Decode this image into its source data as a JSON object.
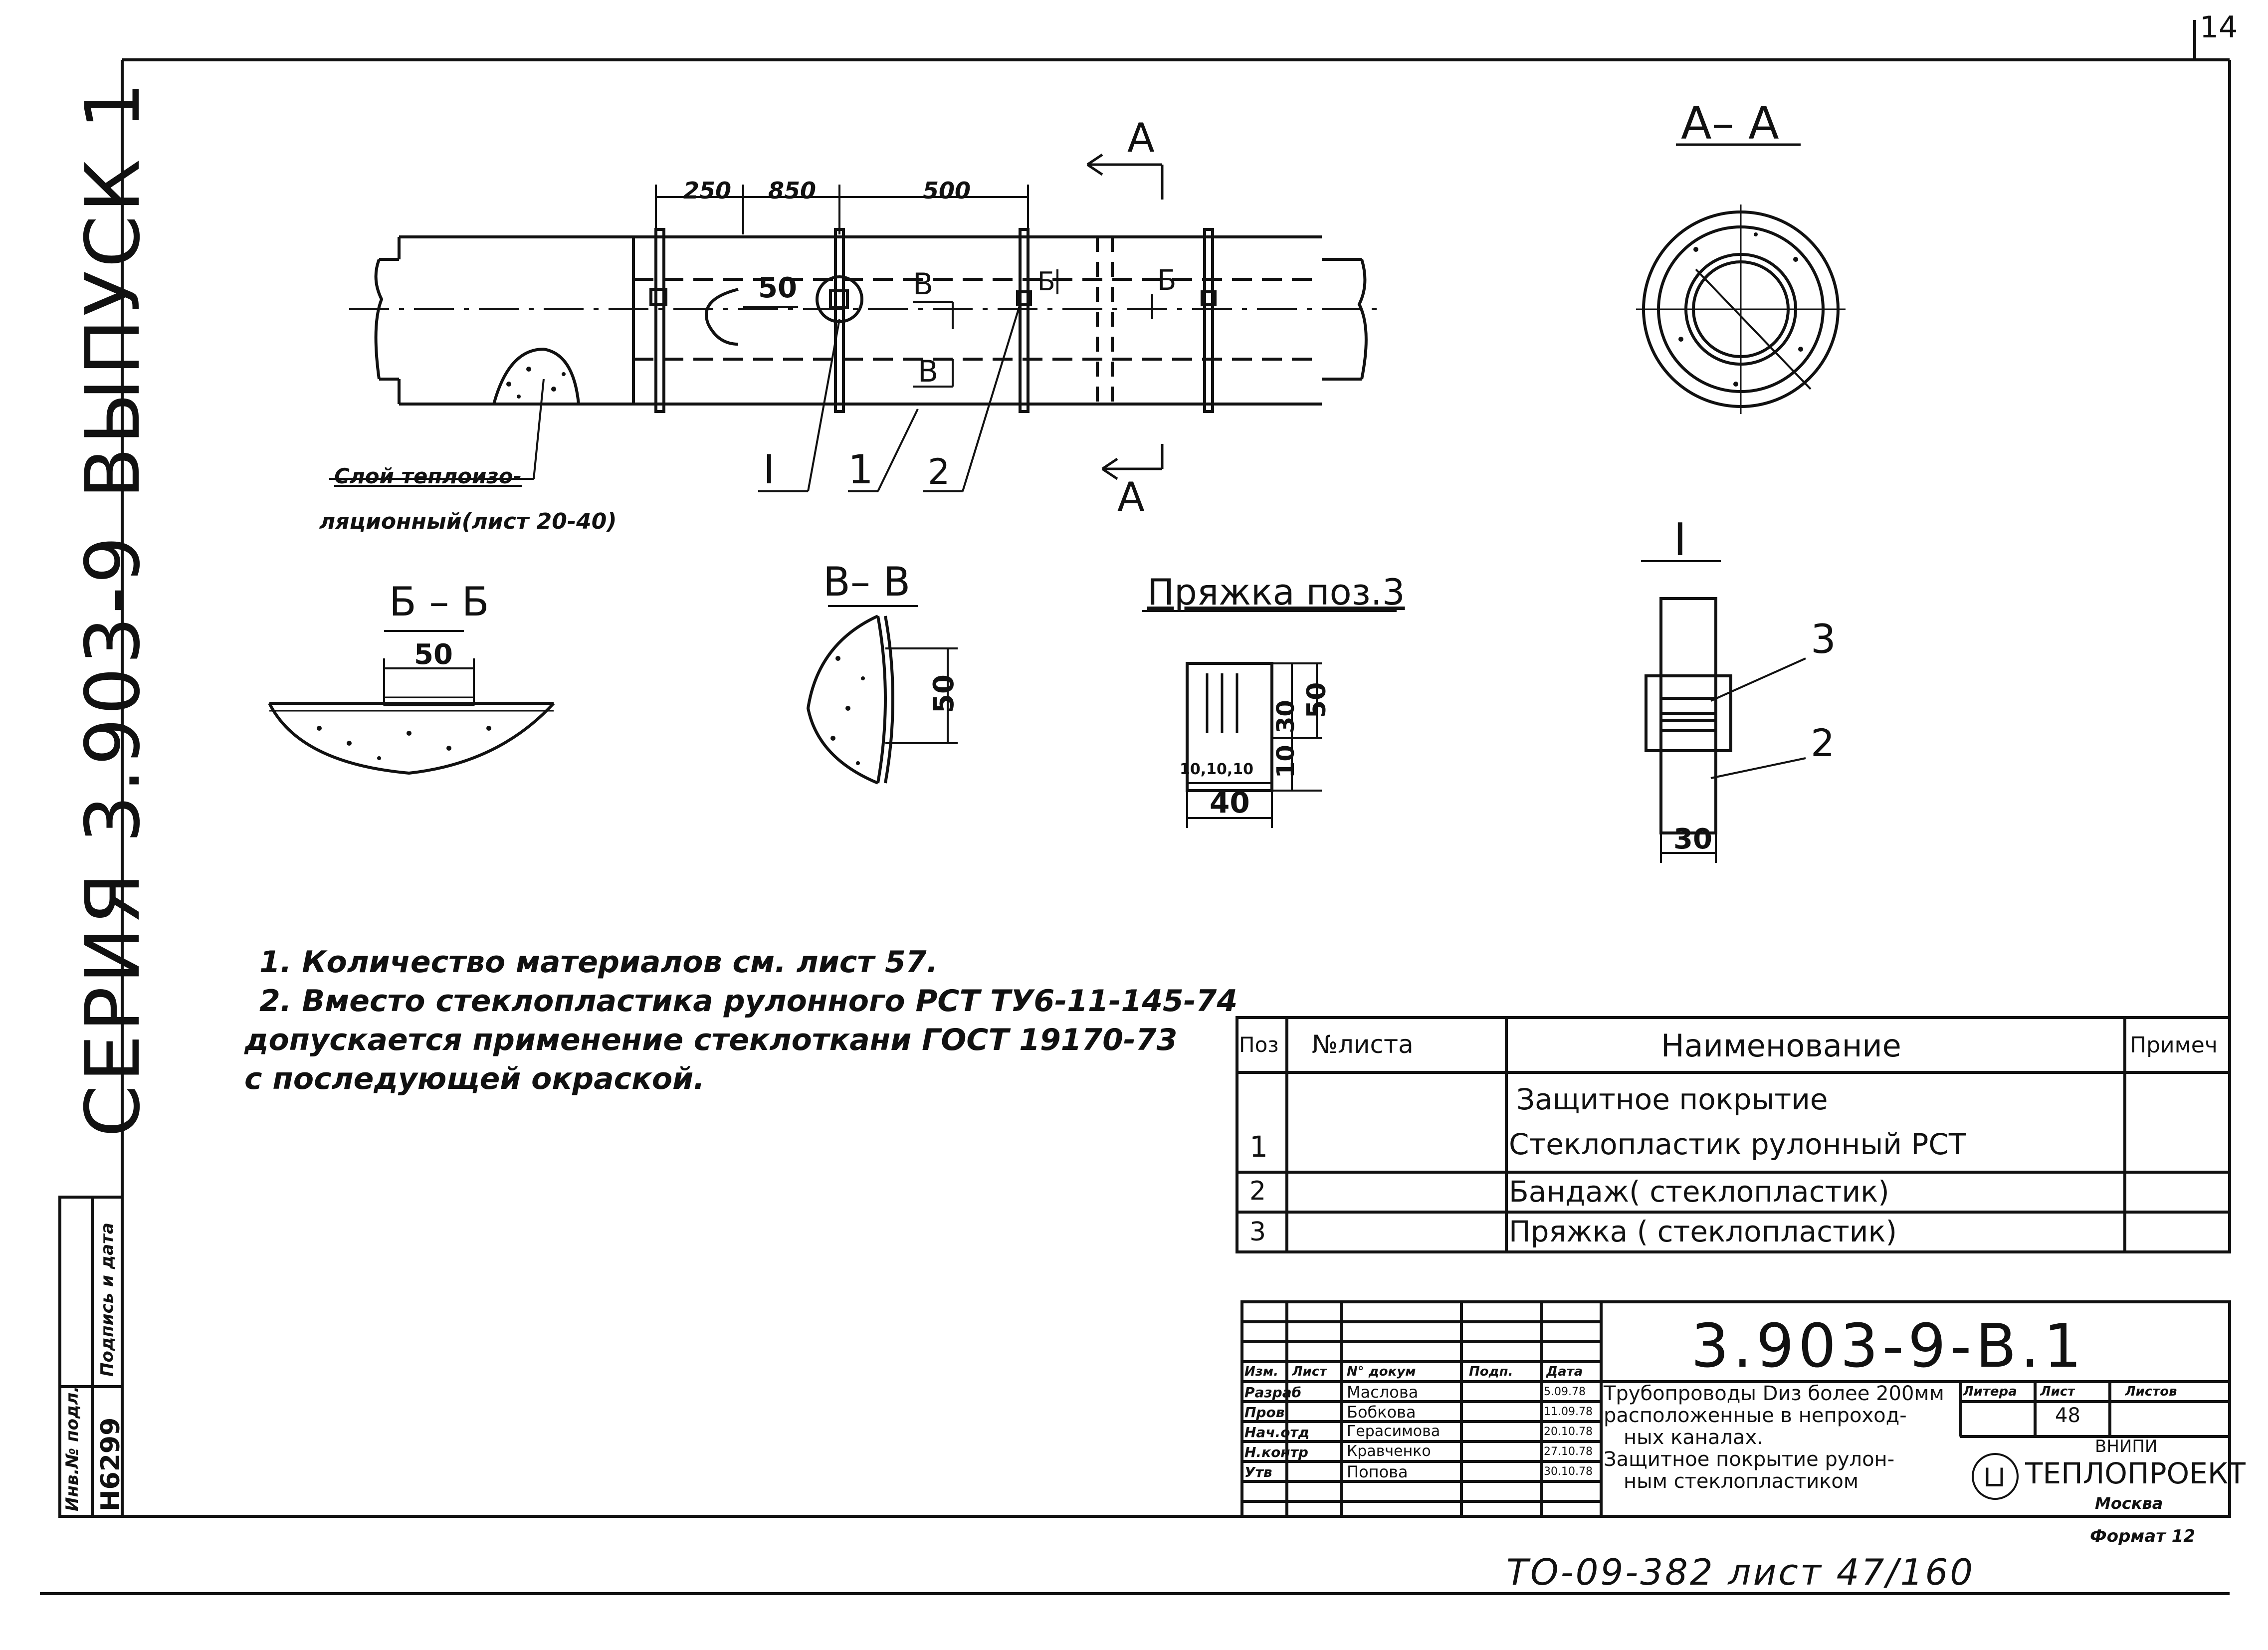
{
  "sheet": {
    "page_corner": "14",
    "series_vertical": "СЕРИЯ 3.903-9",
    "issue_vertical": "ВЫПУСК 1",
    "inv_label": "Инв.№ подл.",
    "sign_label": "Подпись и дата",
    "inv_number": "Н6299"
  },
  "main_view": {
    "dim_250": "250",
    "dim_850": "850",
    "dim_500": "500",
    "dim_50": "50",
    "label_B": "В",
    "label_B2": "В",
    "label_Bsmall": "Б",
    "label_Bsmall2": "Б",
    "label_A_top": "А",
    "label_A_bottom": "А",
    "callout_I": "I",
    "callout_1": "1",
    "callout_2": "2",
    "layer_note_line1": "Слой теплоизо-",
    "layer_note_line2": "ляционный(лист 20-40)"
  },
  "section_AA": {
    "title": "А– А"
  },
  "section_BB": {
    "title": "Б – Б",
    "dim": "50"
  },
  "section_VV": {
    "title": "В– В",
    "dim": "50"
  },
  "buckle": {
    "title": "Пряжка поз.3",
    "dim_30": "30",
    "dim_50": "50",
    "dim_10_right": "10",
    "dim_small": "10,10,10",
    "dim_40": "40"
  },
  "detail_I": {
    "title": "I",
    "pos3": "3",
    "pos2": "2",
    "dim": "30"
  },
  "notes": [
    "1. Количество материалов см. лист 57.",
    "2. Вместо стеклопластика рулонного РСТ ТУ6-11-145-74",
    "допускается применение стеклоткани ГОСТ 19170-73",
    "с последующей окраской."
  ],
  "spec_table": {
    "headers": [
      "Поз",
      "№листа",
      "Наименование",
      "Примеч"
    ],
    "group_title": "Защитное покрытие",
    "rows": [
      {
        "pos": "1",
        "sheet": "",
        "name": "Стеклопластик рулонный РСТ",
        "note": ""
      },
      {
        "pos": "2",
        "sheet": "",
        "name": "Бандаж( стеклопластик)",
        "note": ""
      },
      {
        "pos": "3",
        "sheet": "",
        "name": "Пряжка ( стеклопластик)",
        "note": ""
      }
    ]
  },
  "title_block": {
    "code": "3.903-9-В.1",
    "col_headers": [
      "Изм.",
      "Лист",
      "N° докум",
      "Подп.",
      "Дата"
    ],
    "people": [
      {
        "role": "Разраб",
        "name": "Маслова",
        "date": "5.09.78"
      },
      {
        "role": "Пров",
        "name": "Бобкова",
        "date": "11.09.78"
      },
      {
        "role": "Нач.отд",
        "name": "Герасимова",
        "date": "20.10.78"
      },
      {
        "role": "Н.контр",
        "name": "Кравченко",
        "date": "27.10.78"
      },
      {
        "role": "Утв",
        "name": "Попова",
        "date": "30.10.78"
      }
    ],
    "description_lines": [
      "Трубопроводы Dиз более 200мм",
      "расположенные в непроход-",
      "ных каналах.",
      "Защитное покрытие рулон-",
      "ным стеклопластиком"
    ],
    "litera_label": "Литера",
    "sheet_label": "Лист",
    "sheets_label": "Листов",
    "sheet_value": "48",
    "org_line1": "ВНИПИ",
    "org_line2": "ТЕПЛОПРОЕКТ",
    "org_line3": "Москва",
    "format": "Формат 12"
  },
  "footer": {
    "stamp": "ТО-09-382 лист 47/160"
  }
}
